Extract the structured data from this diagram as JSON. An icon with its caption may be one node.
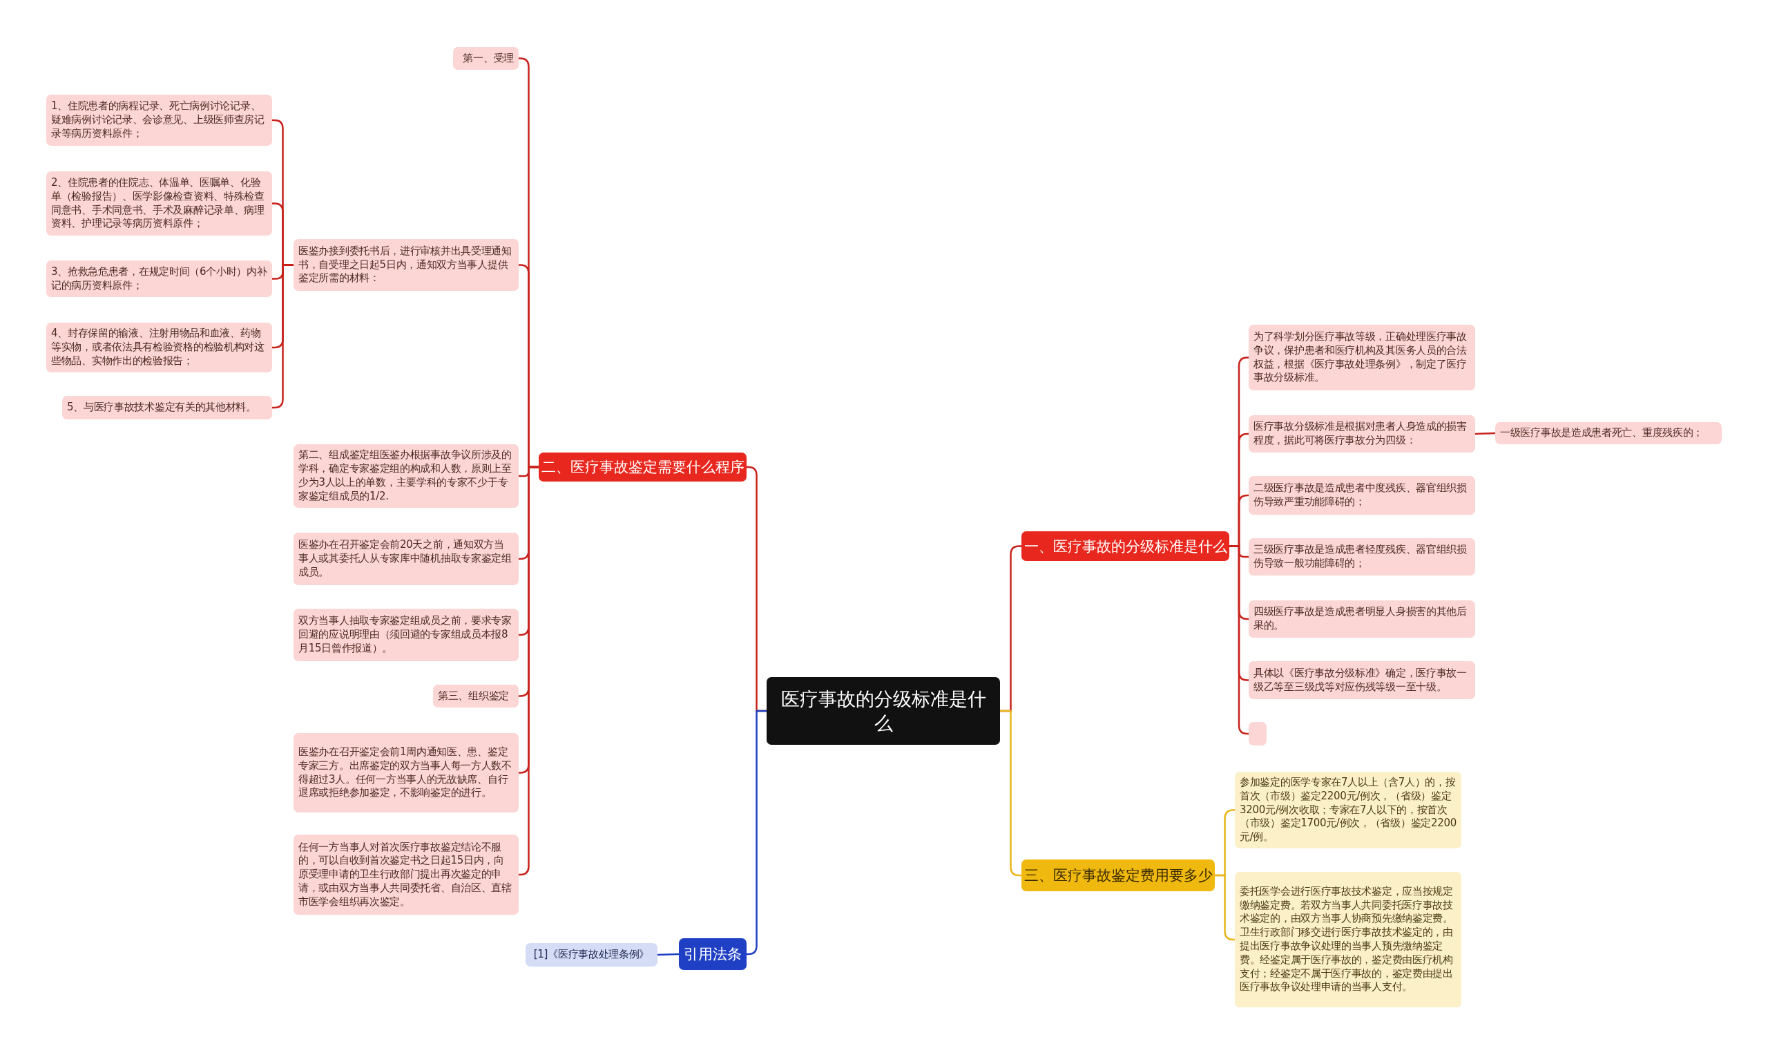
{
  "diagram": {
    "nodes": [
      {
        "text": [
          "医疗事故的分级标准是什么"
        ]
      },
      {
        "text": [
          "二、医疗事故鉴定需要什么程序"
        ]
      },
      {
        "text": [
          "第一、受理"
        ]
      },
      {
        "text": [
          "医鉴办接到委托书后，进行审核并出具受理通知书，自受理之日起5日内，通知双方当事人提供鉴定所需的材料："
        ]
      },
      {
        "text": [
          "1、住院患者的病程记录、死亡病例讨论记录、疑难病例讨论记录、会诊意见、上级医师查房记录等病历资料原件；"
        ]
      },
      {
        "text": [
          "2、住院患者的住院志、体温单、医嘱单、化验单（检验报告）、医学影像检查资料、特殊检查同意书、手术同意书、手术及麻醉记录单、病理资料、护理记录等病历资料原件；"
        ]
      },
      {
        "text": [
          "3、抢救急危患者，在规定时间（6个小时）内补记的病历资料原件；"
        ]
      },
      {
        "text": [
          "4、封存保留的输液、注射用物品和血液、药物等实物，或者依法具有检验资格的检验机构对这些物品、实物作出的检验报告；"
        ]
      },
      {
        "text": [
          "5、与医疗事故技术鉴定有关的其他材料。"
        ]
      },
      {
        "text": [
          "第二、组成鉴定组医鉴办根据事故争议所涉及的学科，确定专家鉴定组的构成和人数，原则上至少为3人以上的单数，主要学科的专家不少于专家鉴定组成员的1/2."
        ]
      },
      {
        "text": [
          "医鉴办在召开鉴定会前20天之前，通知双方当事人或其委托人从专家库中随机抽取专家鉴定组成员。"
        ]
      },
      {
        "text": [
          "双方当事人抽取专家鉴定组成员之前，要求专家回避的应说明理由（须回避的专家组成员本报8月15日曾作报道）。"
        ]
      },
      {
        "text": [
          "第三、组织鉴定"
        ]
      },
      {
        "text": [
          "医鉴办在召开鉴定会前1周内通知医、患、鉴定专家三方。出席鉴定的双方当事人每一方人数不得超过3人。任何一方当事人的无故缺席、自行退席或拒绝参加鉴定，不影响鉴定的进行。"
        ]
      },
      {
        "text": [
          "任何一方当事人对首次医疗事故鉴定结论不服的，可以自收到首次鉴定书之日起15日内，向原受理申请的卫生行政部门提出再次鉴定的申请，或由双方当事人共同委托省、自治区、直辖市医学会组织再次鉴定。"
        ]
      },
      {
        "text": [
          "引用法条"
        ]
      },
      {
        "text": [
          "[1]《医疗事故处理条例》"
        ]
      },
      {
        "text": [
          "一、医疗事故的分级标准是什么"
        ]
      },
      {
        "text": [
          "为了科学划分医疗事故等级，正确处理医疗事故争议，保护患者和医疗机构及其医务人员的合法权益，根据《医疗事故处理条例》，制定了医疗事故分级标准。"
        ]
      },
      {
        "text": [
          "医疗事故分级标准是根据对患者人身造成的损害程度，据此可将医疗事故分为四级："
        ]
      },
      {
        "text": [
          "一级医疗事故是造成患者死亡、重度残疾的；"
        ]
      },
      {
        "text": [
          "二级医疗事故是造成患者中度残疾、器官组织损伤导致严重功能障碍的；"
        ]
      },
      {
        "text": [
          "三级医疗事故是造成患者轻度残疾、器官组织损伤导致一般功能障碍的；"
        ]
      },
      {
        "text": [
          "四级医疗事故是造成患者明显人身损害的其他后果的。"
        ]
      },
      {
        "text": [
          "具体以《医疗事故分级标准》确定，医疗事故一级乙等至三级戊等对应伤残等级一至十级。"
        ]
      },
      {
        "text": [],
        "shape": "box"
      },
      {
        "text": [
          "三、医疗事故鉴定费用要多少"
        ]
      },
      {
        "text": [
          "参加鉴定的医学专家在7人以上（含7人）的，按首次（市级）鉴定2200元/例次，（省级）鉴定3200元/例次收取；专家在7人以下的，按首次（市级）鉴定1700元/例次，（省级）鉴定2200元/例。"
        ]
      },
      {
        "text": [
          "委托医学会进行医疗事故技术鉴定，应当按规定缴纳鉴定费。若双方当事人共同委托医疗事故技术鉴定的，由双方当事人协商预先缴纳鉴定费。卫生行政部门移交进行医疗事故技术鉴定的，由提出医疗事故争议处理的当事人预先缴纳鉴定费。经鉴定属于医疗事故的，鉴定费由医疗机构支付；经鉴定不属于医疗事故的，鉴定费由提出医疗事故争议处理申请的当事人支付。"
        ]
      }
    ],
    "edges": [
      {
        "from": 0,
        "to": 1,
        "arrow": "none"
      },
      {
        "from": 1,
        "to": 2,
        "arrow": "none"
      },
      {
        "from": 1,
        "to": 3,
        "arrow": "none"
      },
      {
        "from": 3,
        "to": 4,
        "arrow": "none"
      },
      {
        "from": 3,
        "to": 5,
        "arrow": "none"
      },
      {
        "from": 3,
        "to": 6,
        "arrow": "none"
      },
      {
        "from": 3,
        "to": 7,
        "arrow": "none"
      },
      {
        "from": 3,
        "to": 8,
        "arrow": "none"
      },
      {
        "from": 1,
        "to": 9,
        "arrow": "none"
      },
      {
        "from": 1,
        "to": 10,
        "arrow": "none"
      },
      {
        "from": 1,
        "to": 11,
        "arrow": "none"
      },
      {
        "from": 1,
        "to": 12,
        "arrow": "none"
      },
      {
        "from": 1,
        "to": 13,
        "arrow": "none"
      },
      {
        "from": 1,
        "to": 14,
        "arrow": "none"
      },
      {
        "from": 0,
        "to": 15,
        "arrow": "none",
        "color": "#1f3fc4"
      },
      {
        "from": 15,
        "to": 16,
        "arrow": "none",
        "color": "#1f3fc4"
      },
      {
        "from": 0,
        "to": 17,
        "arrow": "none"
      },
      {
        "from": 17,
        "to": 18,
        "arrow": "none"
      },
      {
        "from": 17,
        "to": 19,
        "arrow": "none"
      },
      {
        "from": 19,
        "to": 20,
        "arrow": "none"
      },
      {
        "from": 17,
        "to": 21,
        "arrow": "none"
      },
      {
        "from": 17,
        "to": 22,
        "arrow": "none"
      },
      {
        "from": 17,
        "to": 23,
        "arrow": "none"
      },
      {
        "from": 17,
        "to": 24,
        "arrow": "none"
      },
      {
        "from": 17,
        "to": 25,
        "arrow": "none"
      },
      {
        "from": 0,
        "to": 26,
        "arrow": "none",
        "color": "#e8b51a"
      },
      {
        "from": 26,
        "to": 27,
        "arrow": "none",
        "color": "#e8b51a"
      },
      {
        "from": 26,
        "to": 28,
        "arrow": "none",
        "color": "#e8b51a"
      }
    ]
  }
}
